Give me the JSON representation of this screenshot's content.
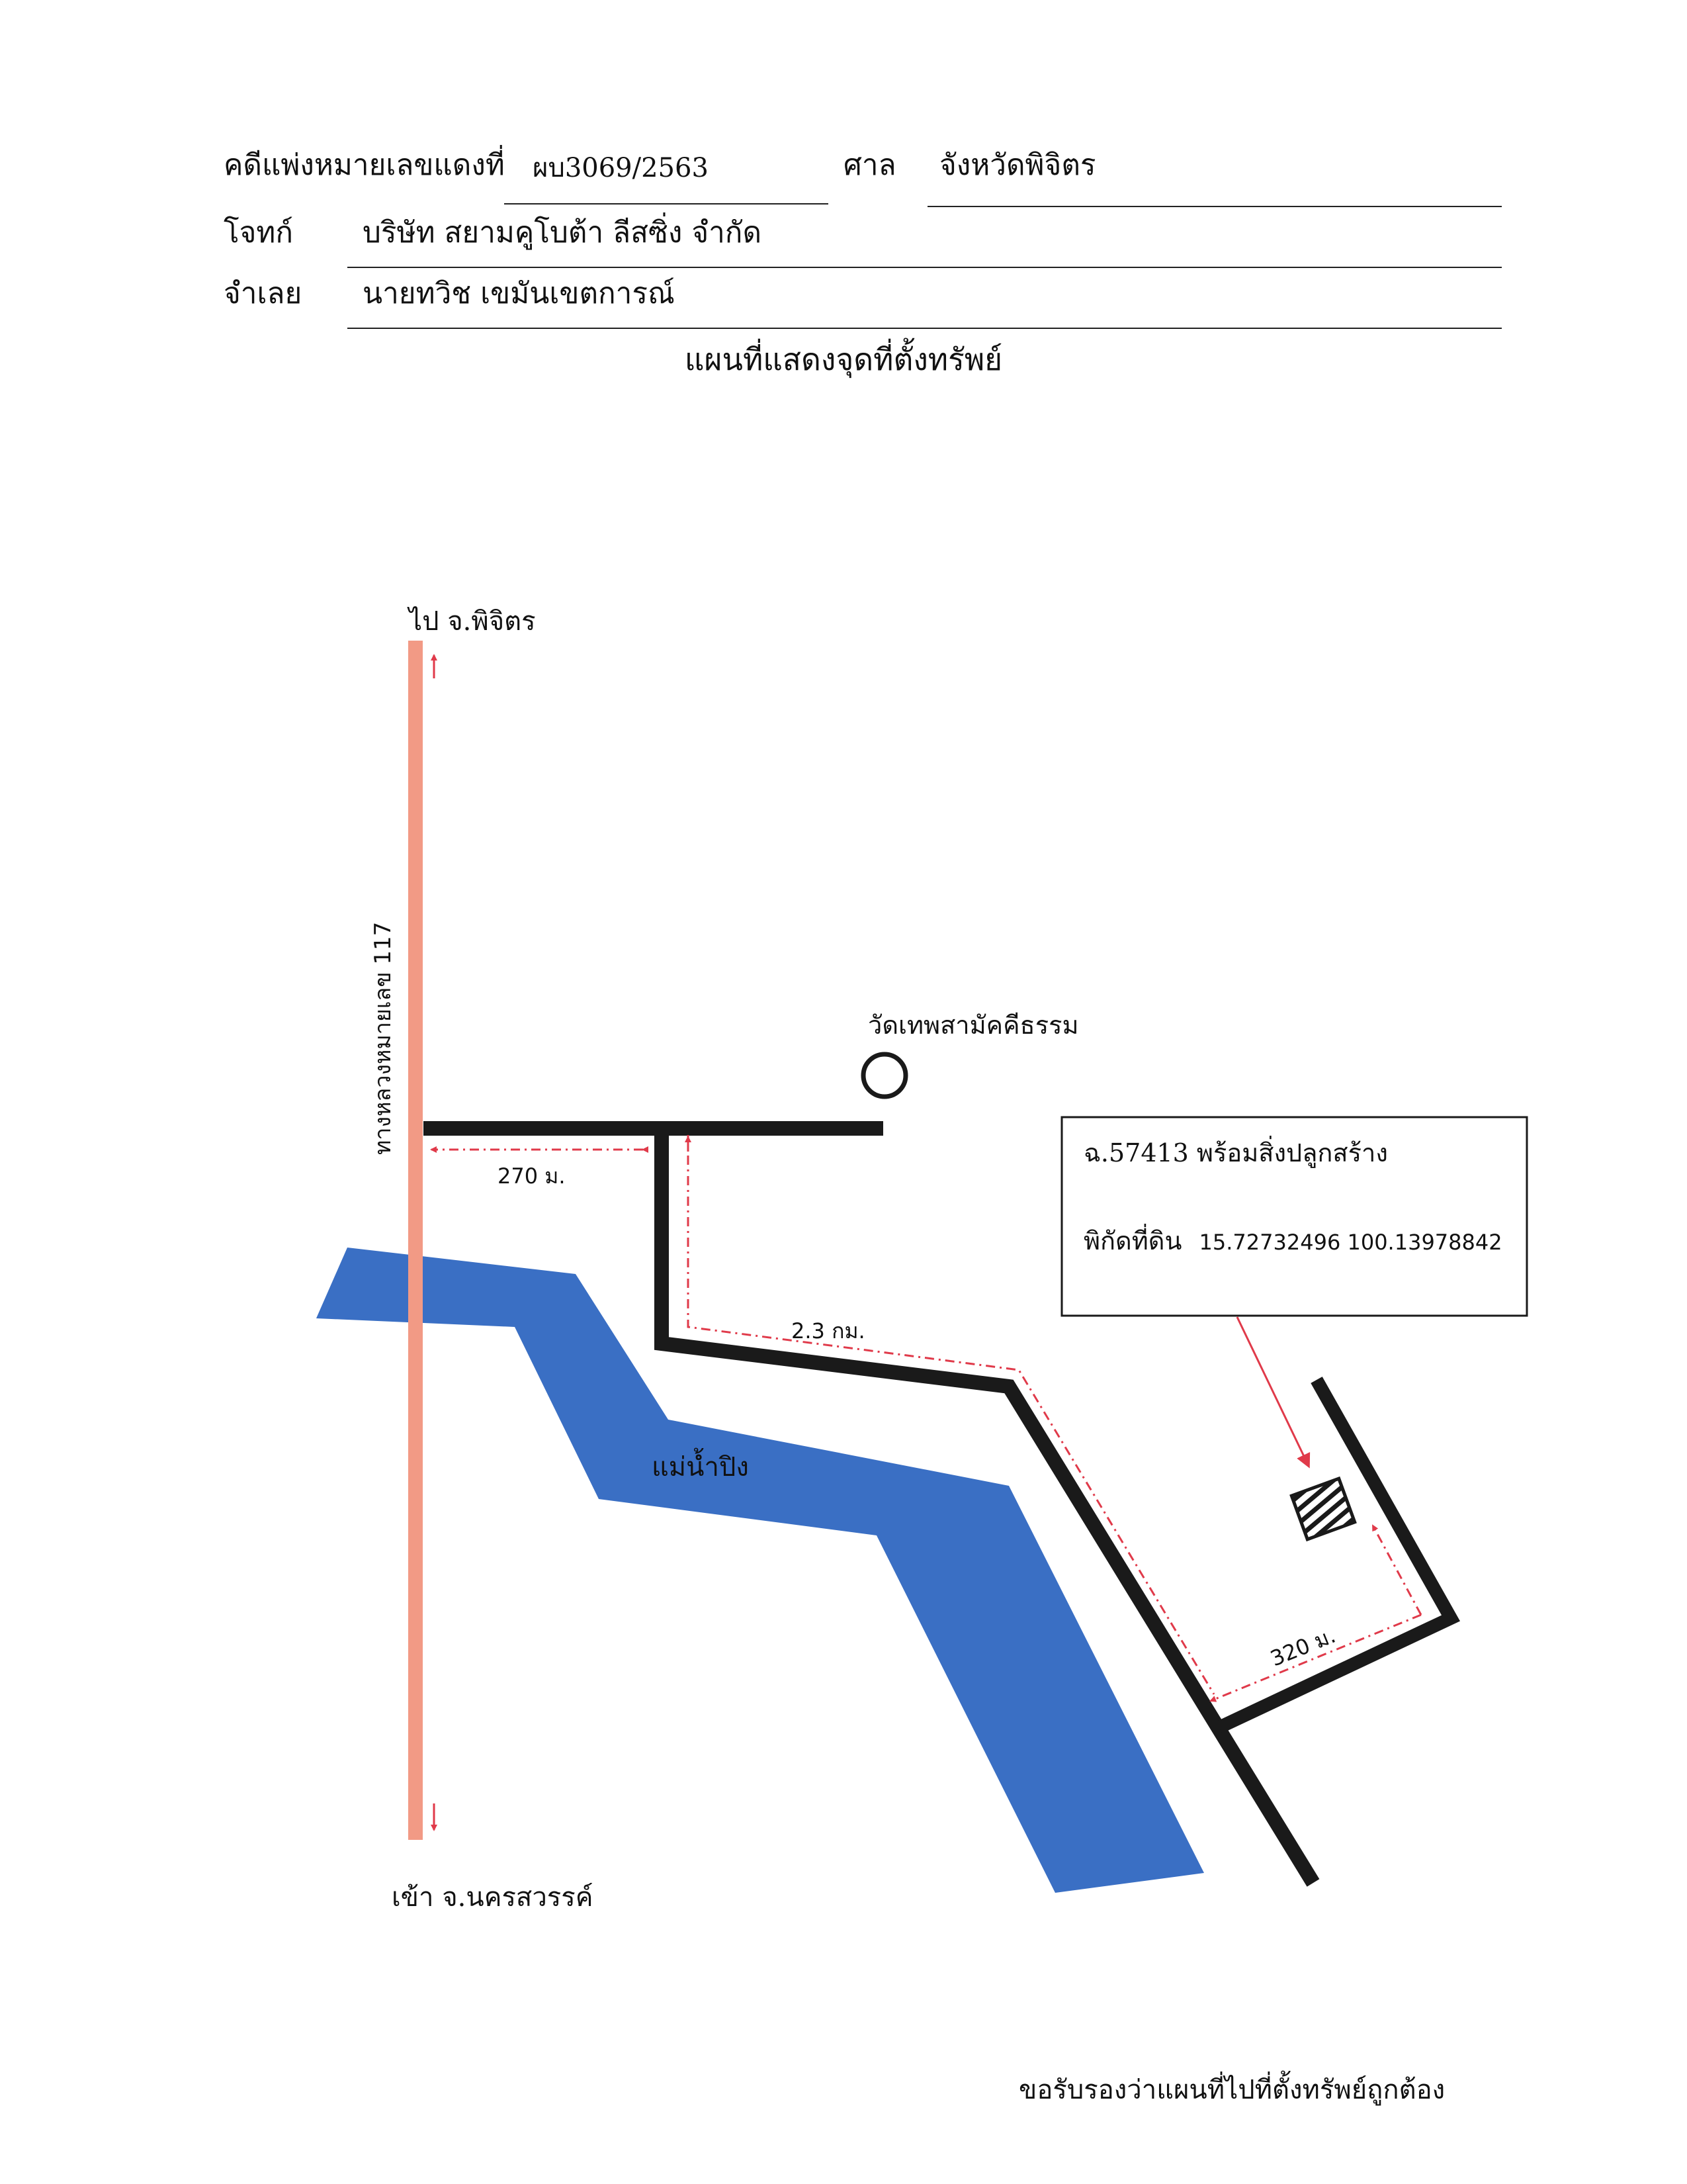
{
  "header": {
    "case_label": "คดีแพ่งหมายเลขแดงที่",
    "case_number": "ผบ3069/2563",
    "court_label": "ศาล",
    "court_value": "จังหวัดพิจิตร",
    "plaintiff_label": "โจทก์",
    "plaintiff_value": "บริษัท สยามคูโบต้า ลีสซิ่ง จำกัด",
    "defendant_label": "จำเลย",
    "defendant_value": "นายทวิช เขมันเขตการณ์"
  },
  "title": "แผนที่แสดงจุดที่ตั้งทรัพย์",
  "map": {
    "highway_label": "ทางหลวงหมายเลข 117",
    "to_north": "ไป จ.พิจิตร",
    "to_south": "เข้า จ.นครสวรรค์",
    "temple": "วัดเทพสามัคคีธรรม",
    "river": "แม่น้ำปิง",
    "dist_1": "270 ม.",
    "dist_2": "2.3 กม.",
    "dist_3": "320 ม.",
    "property_deed": "ฉ.57413 พร้อมสิ่งปลูกสร้าง",
    "coords_label": "พิกัดที่ดิน",
    "coords_value": "15.72732496 100.13978842",
    "colors": {
      "highway": "#f29a85",
      "river": "#3a6fc4",
      "road": "#1a1a1a",
      "route": "#e03a4a"
    }
  },
  "footer": {
    "certification": "ขอรับรองว่าแผนที่ไปที่ตั้งทรัพย์ถูกต้อง"
  }
}
